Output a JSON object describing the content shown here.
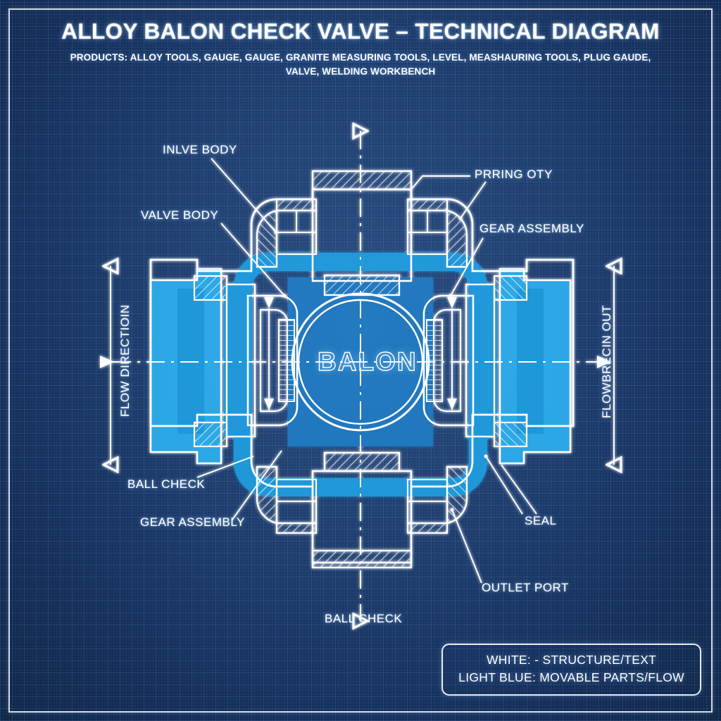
{
  "header": {
    "title": "ALLOY BALON CHECK VALVE – TECHNICAL DIAGRAM",
    "subtitle_line1": "PRODUCTS: ALLOY TOOLS, GAUGE, GAUGE, GRANITE MEASURING TOOLS, LEVEL, MEASHAURING TOOLS, PLUG GAUDE,",
    "subtitle_line2": "VALVE, WELDING WORKBENCH"
  },
  "center_label": "BALON",
  "labels": {
    "inlve_body": "INLVE BODY",
    "valve_body": "VALVE BODY",
    "prring_oty": "PRRING OTY",
    "gear_assembly_right": "GEAR ASSEMBLY",
    "ball_check_left": "BALL CHECK",
    "gear_assembly_left": "GEAR ASSEMBLY",
    "seal": "SEAL",
    "outlet_port": "OUTLET PORT",
    "ball_check_bottom": "BALL CHECK",
    "flow_direction_left": "FLOW DIRECTIOIN",
    "flow_direction_right": "FLOWBRECIN OUT"
  },
  "legend": {
    "line1": "WHITE:  -  STRUCTURE/TEXT",
    "line2": "LIGHT BLUE:  MOVABLE PARTS/FLOW"
  },
  "colors": {
    "background": "#1b3a6a",
    "grid": "#4f7cb4",
    "white": "#ffffff",
    "light_blue": "#1e96d8",
    "light_blue_pale": "#2aa6e6",
    "mid_blue": "#1b6fb8"
  },
  "chart_data": {
    "type": "diagram",
    "title": "ALLOY BALON CHECK VALVE – TECHNICAL DIAGRAM",
    "style": "blueprint cross-section",
    "ports": [
      "top inlet port",
      "left port",
      "right port",
      "bottom outlet port"
    ],
    "callouts": [
      {
        "label": "INLVE BODY",
        "side": "top-left"
      },
      {
        "label": "VALVE BODY",
        "side": "left"
      },
      {
        "label": "PRRING OTY",
        "side": "top-right"
      },
      {
        "label": "GEAR ASSEMBLY",
        "side": "right"
      },
      {
        "label": "BALL CHECK",
        "side": "bottom-left"
      },
      {
        "label": "GEAR ASSEMBLY",
        "side": "bottom-left"
      },
      {
        "label": "SEAL",
        "side": "bottom-right"
      },
      {
        "label": "OUTLET PORT",
        "side": "bottom-right"
      },
      {
        "label": "BALL CHECK",
        "side": "bottom"
      }
    ],
    "flow_axes": [
      {
        "label": "FLOW DIRECTIOIN",
        "orientation": "vertical",
        "position": "left"
      },
      {
        "label": "FLOWBRECIN OUT",
        "orientation": "vertical",
        "position": "right"
      }
    ]
  }
}
